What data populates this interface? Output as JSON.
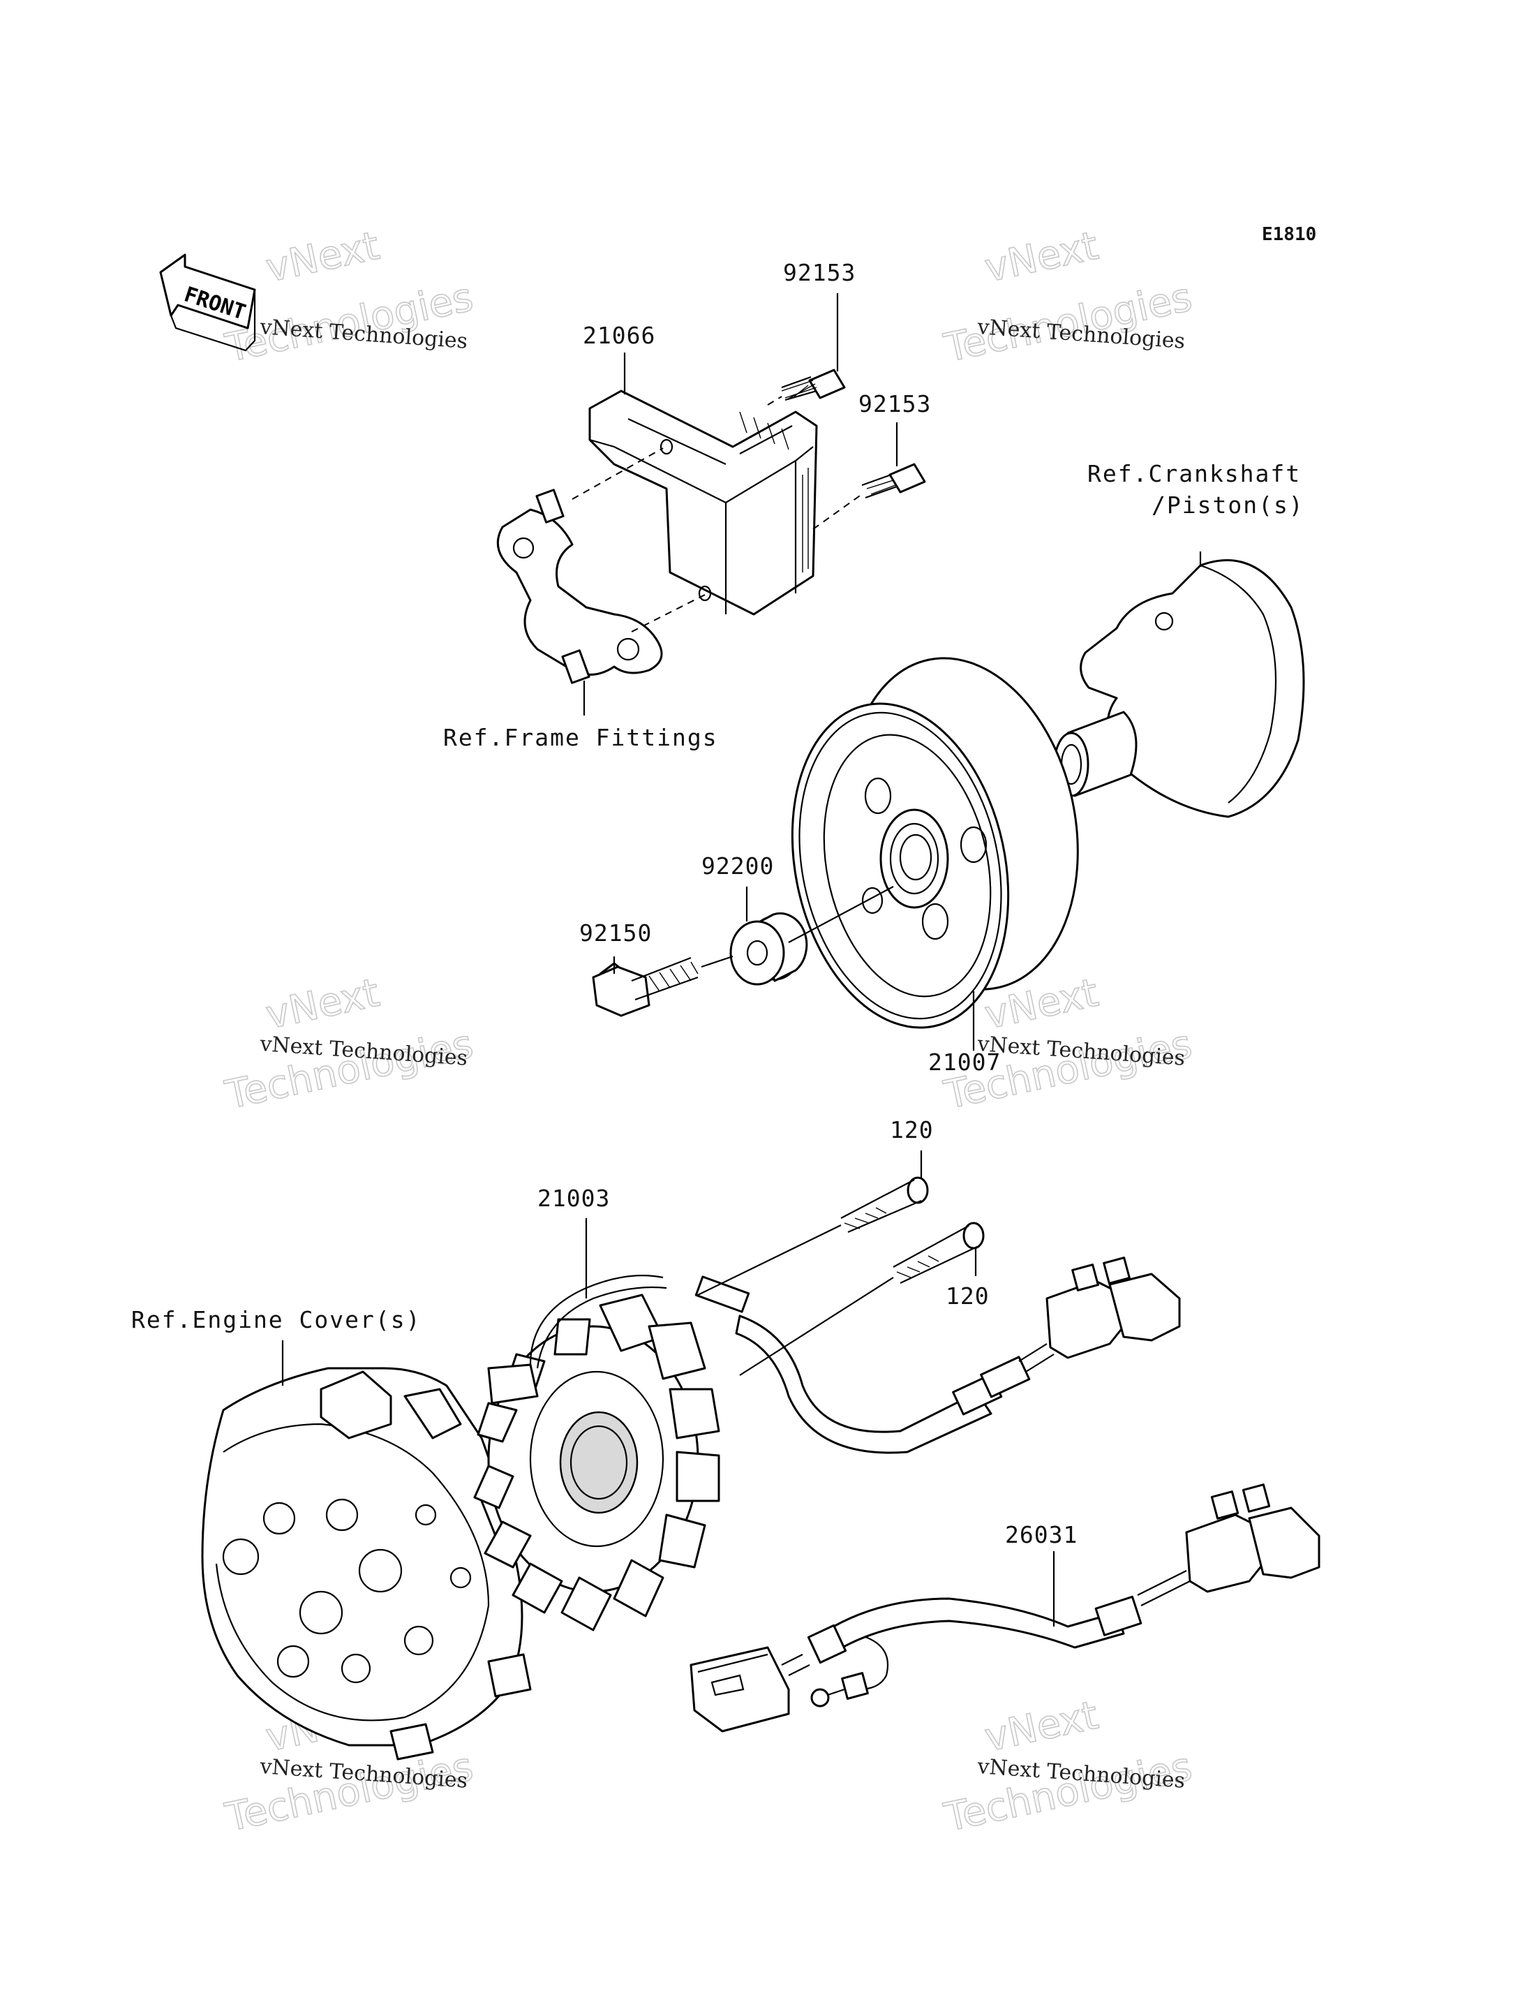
{
  "diagram_code": "E1810",
  "front_label": "FRONT",
  "part_numbers": {
    "p21066": "21066",
    "p92153_a": "92153",
    "p92153_b": "92153",
    "p92200": "92200",
    "p92150": "92150",
    "p21007": "21007",
    "p120_a": "120",
    "p120_b": "120",
    "p21003": "21003",
    "p26031": "26031"
  },
  "references": {
    "crankshaft_line1": "Ref.Crankshaft",
    "crankshaft_line2": "/Piston(s)",
    "frame_fittings": "Ref.Frame Fittings",
    "engine_cover": "Ref.Engine Cover(s)"
  },
  "watermark": {
    "line1": "vNext Technologies",
    "line2": "vNext",
    "line3": "Technologies"
  }
}
